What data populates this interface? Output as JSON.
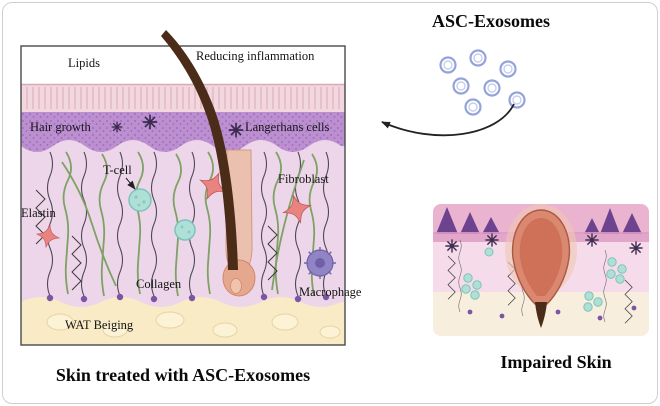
{
  "treated_skin": {
    "caption": "Skin treated with ASC-Exosomes",
    "labels": {
      "lipids": "Lipids",
      "reducing_inflammation": "Reducing inflammation",
      "hair_growth": "Hair growth",
      "langerhans_cells": "Langerhans cells",
      "t_cell": "T-cell",
      "fibroblast": "Fibroblast",
      "elastin": "Elastin",
      "collagen": "Collagen",
      "macrophage": "Macrophage",
      "wat_beiging": "WAT Beiging"
    }
  },
  "exosomes": {
    "title": "ASC-Exosomes"
  },
  "impaired_skin": {
    "caption": "Impaired Skin"
  },
  "colors": {
    "epidermis": "#f3d7de",
    "junction_band": "#bc8fd0",
    "dermis": "#eed6ea",
    "wat": "#f9ebc6",
    "hair": "#4a2c18",
    "follicle_sheath": "#ecc0ae",
    "collagen_fiber": "#7da263",
    "exosome_ring": "#94a4d8",
    "macrophage": "#9184c4",
    "t_cell": "#aee0d8",
    "fiber_dot": "#7b55a4",
    "impaired_follicle": "#db8871"
  }
}
